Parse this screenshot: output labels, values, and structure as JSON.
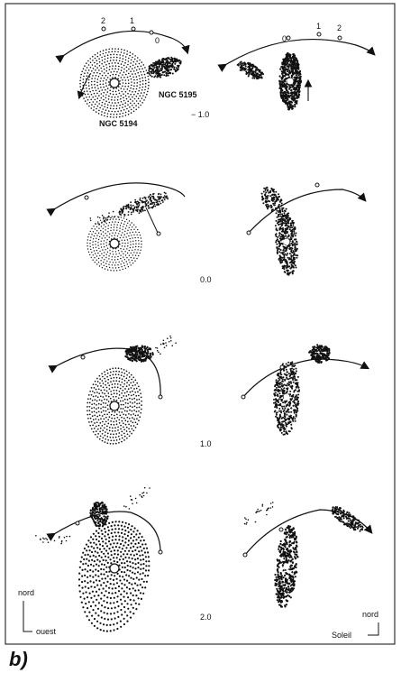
{
  "figure": {
    "panel_label": "b)",
    "galaxy_labels": {
      "main": "NGC 5194",
      "companion": "NGC 5195"
    },
    "time_labels": [
      "− 1.0",
      "0.0",
      "1.0",
      "2.0"
    ],
    "orbit_marks_left": [
      "2",
      "1",
      "0"
    ],
    "orbit_marks_right": [
      "0",
      "1",
      "2"
    ],
    "directions": {
      "north_left": "nord",
      "west": "ouest",
      "north_right": "nord",
      "sun": "Soleil"
    }
  },
  "colors": {
    "ink": "#111111",
    "paper": "#ffffff",
    "frame": "#333333"
  }
}
